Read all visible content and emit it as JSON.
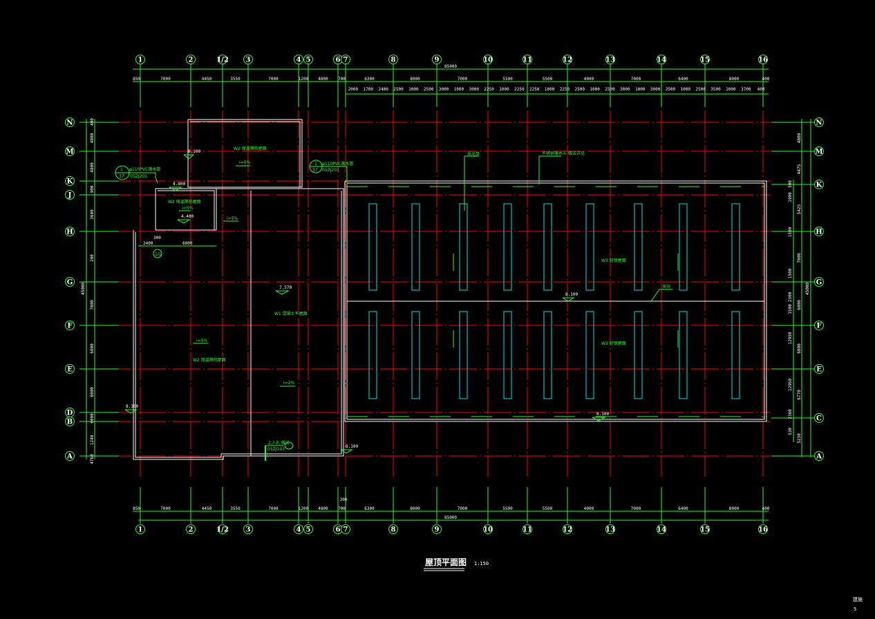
{
  "drawing": {
    "title": "屋顶平面图",
    "scale": "1:150",
    "sheet_label": "建施",
    "sheet_number": "5",
    "colors": {
      "background": "#000000",
      "axis_line": "#ff0000",
      "dimension": "#22ff22",
      "wall": "#ffffff",
      "skylight": "#00e5e5",
      "text": "#ffffff"
    }
  },
  "columns": {
    "labels": [
      "1",
      "2",
      "1/2",
      "3",
      "4",
      "5",
      "6",
      "7",
      "8",
      "9",
      "10",
      "11",
      "12",
      "13",
      "14",
      "15",
      "16"
    ],
    "top_dims_outer": [
      "850",
      "7000",
      "4450",
      "3550",
      "7000",
      "1200",
      "4800",
      "700",
      "6300",
      "8000",
      "7000",
      "5500",
      "5500",
      "4000",
      "7000",
      "6400",
      "8000",
      "400"
    ],
    "top_dims_inner": [
      "2000",
      "1700",
      "2400",
      "2500",
      "1000",
      "2500",
      "3000",
      "1000",
      "3000",
      "2250",
      "1000",
      "2250",
      "2250",
      "1000",
      "2250",
      "2500",
      "1000",
      "2500",
      "3000",
      "1000",
      "3000",
      "2500",
      "1000",
      "2500",
      "3500",
      "1000",
      "3700",
      "400"
    ],
    "top_total": "85000",
    "bottom_dims": [
      "850",
      "7000",
      "4450",
      "3550",
      "7000",
      "1200",
      "4800",
      "700",
      "6300",
      "8000",
      "7000",
      "5500",
      "5500",
      "4000",
      "7000",
      "6400",
      "8000",
      "400"
    ],
    "bottom_total": "85000",
    "bottom_extra": "300"
  },
  "rows": {
    "left_labels": [
      "N",
      "M",
      "K",
      "J",
      "H",
      "G",
      "F",
      "E",
      "D",
      "B",
      "A"
    ],
    "right_labels": [
      "N",
      "M",
      "K",
      "H",
      "G",
      "F",
      "E",
      "C",
      "A"
    ],
    "left_dims": [
      "400",
      "4800",
      "4800",
      "900",
      "3600",
      "200",
      "7000",
      "6000",
      "6000",
      "6000",
      "1240",
      "4760",
      "400"
    ],
    "left_total": "45000",
    "right_dims_outer": [
      "4800",
      "4475",
      "5425",
      "7000",
      "6000",
      "6000",
      "6770",
      "5230"
    ],
    "right_dims_inner": [
      "500",
      "1900",
      "1500",
      "1500",
      "2300",
      "1500",
      "12950",
      "12950",
      "2360",
      "530"
    ],
    "right_total": "45000"
  },
  "annotations": {
    "drain_note_1": "φ110PVC落水管",
    "drain_note_1_ref": "05ZJ201",
    "drain_note_1_detail": "1",
    "drain_note_1_sheet": "37",
    "drain_note_2": "φ110PVC落水管",
    "drain_note_2_ref": "05ZJ201",
    "drain_note_2_detail": "1",
    "drain_note_2_sheet": "37",
    "roof_w2_upper": "W2 保温隔热屋面",
    "roof_w2_small": "W2 保温隔热屋面",
    "roof_w2_left": "W2 保温隔热屋面",
    "roof_w1": "W1 混凝土平屋面",
    "roof_w3_upper": "W3 轻钢屋面",
    "roof_w3_lower": "W3 轻钢屋面",
    "slope_1": "i=5%",
    "slope_2": "i=5%",
    "slope_3": "i=5%",
    "slope_4": "i=5%",
    "slope_5": "i=2%",
    "elev_1": "8.100",
    "elev_2": "4.800",
    "elev_3": "4.400",
    "elev_4": "7.570",
    "elev_5": "8.100",
    "elev_6": "8.100",
    "elev_7": "8.100",
    "elev_8": "8.100",
    "small_dim_1": "2400",
    "small_dim_2": "6000",
    "small_dim_3": "300",
    "small_dim_4": "3600",
    "detail_bubble": "1/1",
    "skylight_note": "采光带",
    "gutter_note": "天沟",
    "gutter_detail_note": "不锈钢落水斗 做法详见",
    "exit_note": "上人孔 做法",
    "exit_ref": "05ZJ103"
  }
}
